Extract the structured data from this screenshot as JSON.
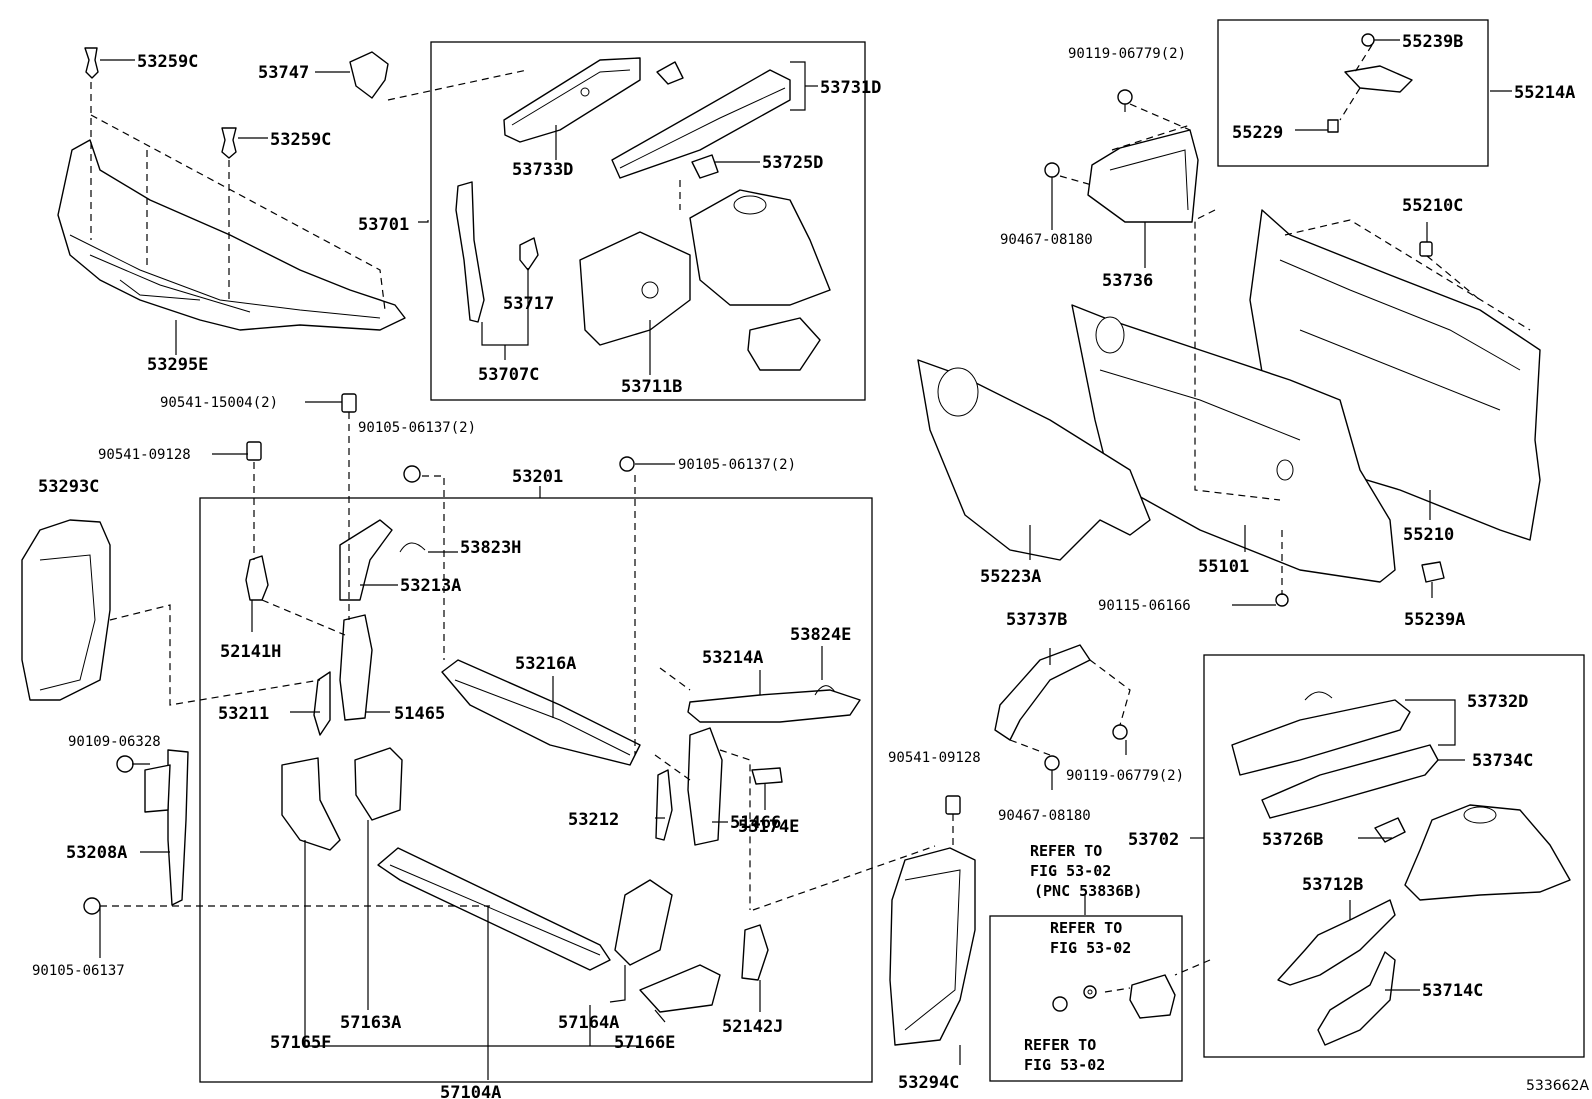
{
  "diagram_id": "533662A",
  "labels": {
    "p53259C_a": "53259C",
    "p53259C_b": "53259C",
    "p53747": "53747",
    "p53731D": "53731D",
    "p53733D": "53733D",
    "p53725D": "53725D",
    "p53701": "53701",
    "p53717": "53717",
    "p53707C": "53707C",
    "p53711B": "53711B",
    "p53295E": "53295E",
    "b90541_15004": "90541-15004(2)",
    "b90105_06137_a": "90105-06137(2)",
    "b90541_09128_a": "90541-09128",
    "p53201": "53201",
    "b90105_06137_b": "90105-06137(2)",
    "p53293C": "53293C",
    "p53823H": "53823H",
    "p53213A": "53213A",
    "p52141H": "52141H",
    "p53211": "53211",
    "p51465": "51465",
    "p53216A": "53216A",
    "p53214A": "53214A",
    "p53824E": "53824E",
    "b90109_06328": "90109-06328",
    "p53208A": "53208A",
    "p53174E": "53174E",
    "p53212": "53212",
    "p51466": "51466",
    "b90105_06137_c": "90105-06137",
    "p57163A": "57163A",
    "p57165F": "57165F",
    "p57164A": "57164A",
    "p57166E": "57166E",
    "p52142J": "52142J",
    "p57104A": "57104A",
    "b90119_06779_a": "90119-06779(2)",
    "b90467_08180_a": "90467-08180",
    "p53736": "53736",
    "p55239B": "55239B",
    "p55229": "55229",
    "p55214A": "55214A",
    "p55210C": "55210C",
    "p55210": "55210",
    "p55223A": "55223A",
    "p55101": "55101",
    "b90115_06166": "90115-06166",
    "p55239A": "55239A",
    "p53737B": "53737B",
    "b90541_09128_b": "90541-09128",
    "b90119_06779_b": "90119-06779(2)",
    "b90467_08180_b": "90467-08180",
    "p53294C": "53294C",
    "p53702": "53702",
    "p53732D": "53732D",
    "p53734C": "53734C",
    "p53726B": "53726B",
    "p53712B": "53712B",
    "p53714C": "53714C"
  },
  "notes": {
    "refer_top": [
      "REFER TO",
      "FIG 53-02",
      "(PNC 53836B)"
    ],
    "refer_box_top": [
      "REFER TO",
      "FIG 53-02"
    ],
    "refer_box_bottom": [
      "REFER TO",
      "FIG 53-02"
    ]
  }
}
